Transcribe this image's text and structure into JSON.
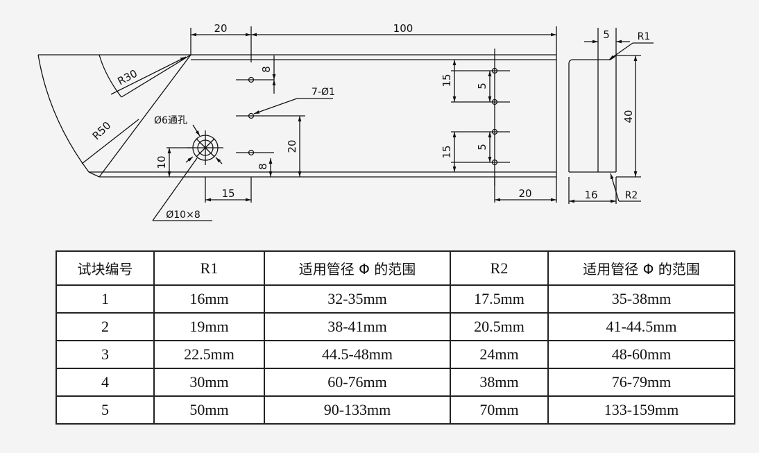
{
  "drawing": {
    "dims": {
      "top_20": "20",
      "top_100": "100",
      "side_5": "5",
      "r1": "R1",
      "r30": "R30",
      "r50": "R50",
      "dim_8_upper": "8",
      "holes_7": "7-Ø1",
      "through_hole": "Ø6通孔",
      "dim_10": "10",
      "dim_20_vertical": "20",
      "dim_8_lower": "8",
      "dim_15_bottom": "15",
      "counterbore": "Ø10×8",
      "dim_15_upper_right": "15",
      "dim_5_upper_right": "5",
      "dim_15_lower_right": "15",
      "dim_5_lower_right": "5",
      "dim_20_bottom_right": "20",
      "dim_40": "40",
      "dim_16": "16",
      "r2": "R2"
    }
  },
  "table": {
    "headers": [
      "试块编号",
      "R1",
      "适用管径 Φ 的范围",
      "R2",
      "适用管径 Φ 的范围"
    ],
    "rows": [
      [
        "1",
        "16mm",
        "32-35mm",
        "17.5mm",
        "35-38mm"
      ],
      [
        "2",
        "19mm",
        "38-41mm",
        "20.5mm",
        "41-44.5mm"
      ],
      [
        "3",
        "22.5mm",
        "44.5-48mm",
        "24mm",
        "48-60mm"
      ],
      [
        "4",
        "30mm",
        "60-76mm",
        "38mm",
        "76-79mm"
      ],
      [
        "5",
        "50mm",
        "90-133mm",
        "70mm",
        "133-159mm"
      ]
    ]
  }
}
